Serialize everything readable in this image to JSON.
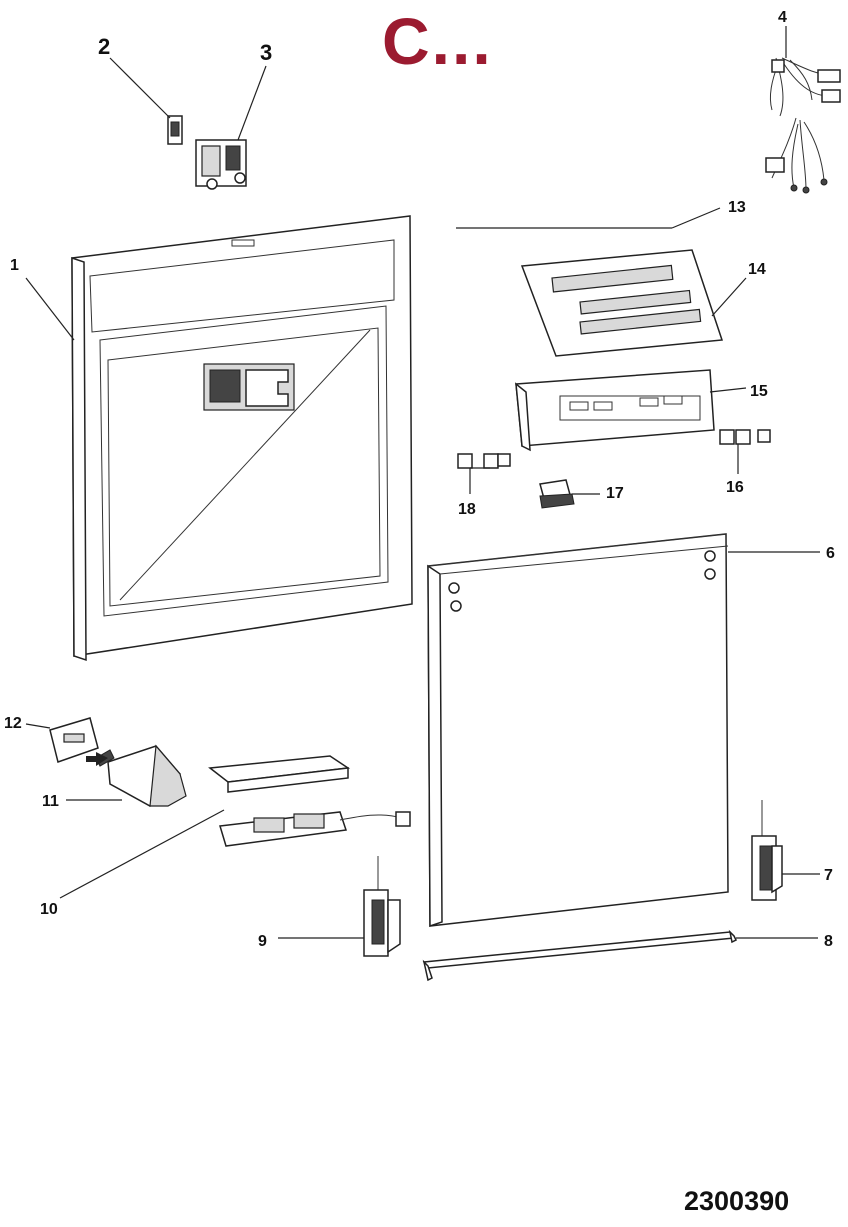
{
  "header": {
    "brand_text": "C..."
  },
  "footer": {
    "diagram_code": "2300390"
  },
  "callouts": [
    {
      "id": "1",
      "label": "1"
    },
    {
      "id": "2",
      "label": "2"
    },
    {
      "id": "3",
      "label": "3"
    },
    {
      "id": "4",
      "label": "4"
    },
    {
      "id": "6",
      "label": "6"
    },
    {
      "id": "7",
      "label": "7"
    },
    {
      "id": "8",
      "label": "8"
    },
    {
      "id": "9",
      "label": "9"
    },
    {
      "id": "10",
      "label": "10"
    },
    {
      "id": "11",
      "label": "11"
    },
    {
      "id": "12",
      "label": "12"
    },
    {
      "id": "13",
      "label": "13"
    },
    {
      "id": "14",
      "label": "14"
    },
    {
      "id": "15",
      "label": "15"
    },
    {
      "id": "16",
      "label": "16"
    },
    {
      "id": "17",
      "label": "17"
    },
    {
      "id": "18",
      "label": "18"
    }
  ],
  "colors": {
    "brand": "#9b1b30",
    "line": "#222222"
  }
}
